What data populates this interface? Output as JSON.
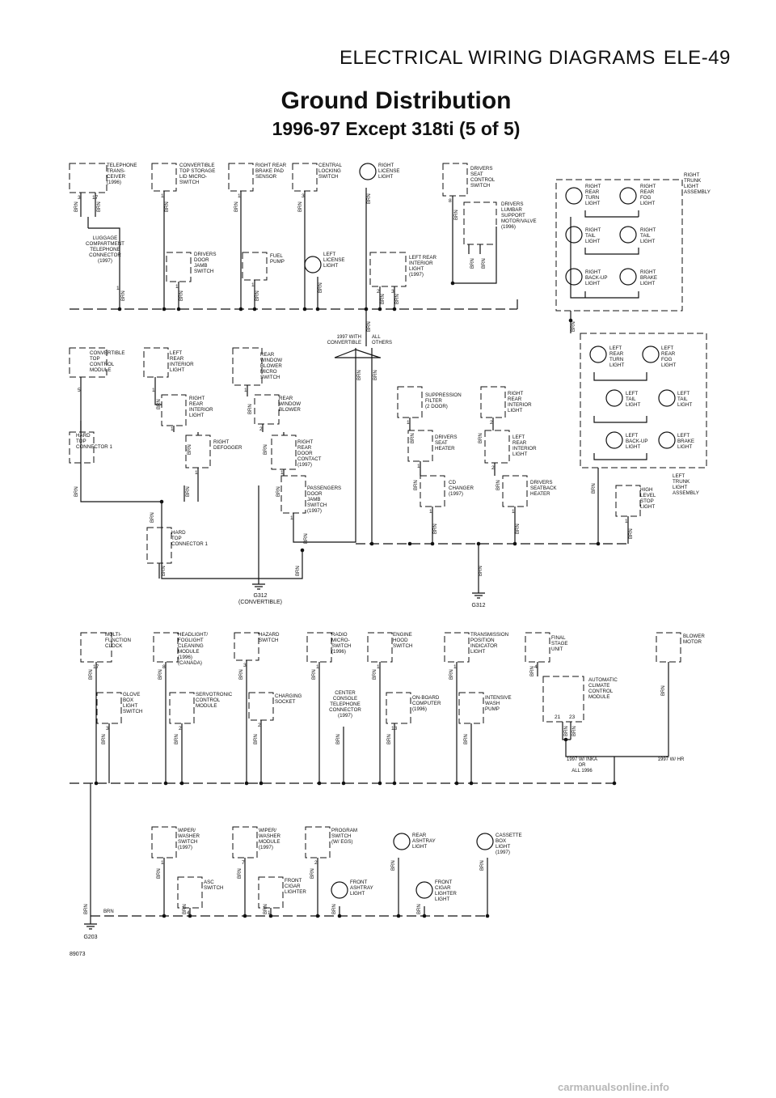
{
  "header": {
    "section_title": "ELECTRICAL WIRING DIAGRAMS",
    "page_code": "ELE-49"
  },
  "title": {
    "main": "Ground Distribution",
    "sub": "1996-97 Except 318ti (5 of 5)"
  },
  "wire_color": "BRN",
  "ground_points": [
    "G312",
    "G312",
    "G203"
  ],
  "ground_notes": {
    "convertible": "(CONVERTIBLE)"
  },
  "splice_notes": {
    "convertible_top": "1997 WITH",
    "convertible_bottom": "CONVERTIBLE",
    "others_top": "ALL",
    "others_bottom": "OTHERS",
    "inka": "1997 W/ INKA",
    "or": "OR",
    "all1996": "ALL 1996",
    "hr": "1997 W/ HR"
  },
  "components": {
    "telephone_transceiver": [
      "TELEPHONE",
      "TRANS-",
      "CEIVER",
      "(1996)"
    ],
    "convertible_top_storage": [
      "CONVERTIBLE",
      "TOP STORAGE",
      "LID MICRO-",
      "SWITCH"
    ],
    "right_rear_brake_pad": [
      "RIGHT REAR",
      "BRAKE PAD",
      "SENSOR"
    ],
    "central_locking": [
      "CENTRAL",
      "LOCKING",
      "SWITCH"
    ],
    "right_license_light": [
      "RIGHT",
      "LICENSE",
      "LIGHT"
    ],
    "drivers_seat_control": [
      "DRIVERS",
      "SEAT",
      "CONTROL",
      "SWITCH"
    ],
    "luggage_connector": [
      "LUGGAGE",
      "COMPARTMENT",
      "TELEPHONE",
      "CONNECTOR",
      "(1997)"
    ],
    "drivers_door_jamb": [
      "DRIVERS",
      "DOOR",
      "JAMB",
      "SWITCH"
    ],
    "fuel_pump": [
      "FUEL",
      "PUMP"
    ],
    "left_license_light": [
      "LEFT",
      "LICENSE",
      "LIGHT"
    ],
    "left_rear_interior": [
      "LEFT REAR",
      "INTERIOR",
      "LIGHT",
      "(1997)"
    ],
    "drivers_lumbar": [
      "DRIVERS",
      "LUMBAR",
      "SUPPORT",
      "MOTOR/VALVE",
      "(1996)"
    ],
    "right_trunk_assembly": [
      "RIGHT",
      "TRUNK",
      "LIGHT",
      "ASSEMBLY"
    ],
    "right_rear_turn": [
      "RIGHT",
      "REAR",
      "TURN",
      "LIGHT"
    ],
    "right_rear_fog": [
      "RIGHT",
      "REAR",
      "FOG",
      "LIGHT"
    ],
    "right_tail_a": [
      "RIGHT",
      "TAIL",
      "LIGHT"
    ],
    "right_tail_b": [
      "RIGHT",
      "TAIL",
      "LIGHT"
    ],
    "right_backup": [
      "RIGHT",
      "BACK-UP",
      "LIGHT"
    ],
    "right_brake": [
      "RIGHT",
      "BRAKE",
      "LIGHT"
    ],
    "convertible_top_control": [
      "CONVERTIBLE",
      "TOP",
      "CONTROL",
      "MODULE"
    ],
    "left_rear_interior_light": [
      "LEFT",
      "REAR",
      "INTERIOR",
      "LIGHT"
    ],
    "rear_window_blower_switch": [
      "REAR",
      "WINDOW",
      "BLOWER",
      "MICRO",
      "SWITCH"
    ],
    "right_rear_interior": [
      "RIGHT",
      "REAR",
      "INTERIOR",
      "LIGHT"
    ],
    "rear_window_blower": [
      "REAR",
      "WINDOW",
      "BLOWER"
    ],
    "hard_top_connector_1": [
      "HARD",
      "TOP",
      "CONNECTOR 1"
    ],
    "right_defogger": [
      "RIGHT",
      "DEFOGGER"
    ],
    "right_rear_door_contact": [
      "RIGHT",
      "REAR",
      "DOOR",
      "CONTACT",
      "(1997)"
    ],
    "passengers_door_jamb": [
      "PASSENGERS",
      "DOOR",
      "JAMB",
      "SWITCH",
      "(1997)"
    ],
    "hard_top_connector_2": [
      "HARD",
      "TOP",
      "CONNECTOR 1"
    ],
    "suppression_filter": [
      "SUPPRESSION",
      "FILTER",
      "(2 DOOR)"
    ],
    "right_rear_interior_2": [
      "RIGHT",
      "REAR",
      "INTERIOR",
      "LIGHT"
    ],
    "drivers_seat_heater": [
      "DRIVERS",
      "SEAT",
      "HEATER"
    ],
    "left_rear_interior_2": [
      "LEFT",
      "REAR",
      "INTERIOR",
      "LIGHT"
    ],
    "cd_changer": [
      "CD",
      "CHANGER",
      "(1997)"
    ],
    "drivers_seatback_heater": [
      "DRIVERS",
      "SEATBACK",
      "HEATER"
    ],
    "left_rear_turn": [
      "LEFT",
      "REAR",
      "TURN",
      "LIGHT"
    ],
    "left_rear_fog": [
      "LEFT",
      "REAR",
      "FOG",
      "LIGHT"
    ],
    "left_tail_a": [
      "LEFT",
      "TAIL",
      "LIGHT"
    ],
    "left_tail_b": [
      "LEFT",
      "TAIL",
      "LIGHT"
    ],
    "left_backup": [
      "LEFT",
      "BACK-UP",
      "LIGHT"
    ],
    "left_brake": [
      "LEFT",
      "BRAKE",
      "LIGHT"
    ],
    "left_trunk_assembly": [
      "LEFT",
      "TRUNK",
      "LIGHT",
      "ASSEMBLY"
    ],
    "high_level_stop": [
      "HIGH",
      "LEVEL",
      "STOP",
      "LIGHT"
    ],
    "multi_function_clock": [
      "MULTI-",
      "FUNCTION",
      "CLOCK"
    ],
    "headlight_fog_module": [
      "HEADLIGHT/",
      "FOGLIGHT",
      "CLEANING",
      "MODULE",
      "(1996)",
      "(CANADA)"
    ],
    "hazard_switch": [
      "HAZARD",
      "SWITCH"
    ],
    "radio_micro_switch": [
      "RADIO",
      "MICRO-",
      "SWITCH",
      "(1996)"
    ],
    "engine_hood_switch": [
      "ENGINE",
      "HOOD",
      "SWITCH"
    ],
    "transmission_indicator": [
      "TRANSMISSION",
      "POSITION",
      "INDICATOR",
      "LIGHT"
    ],
    "final_stage_unit": [
      "FINAL",
      "STAGE",
      "UNIT"
    ],
    "blower_motor": [
      "BLOWER",
      "MOTOR"
    ],
    "glove_box_light": [
      "GLOVE",
      "BOX",
      "LIGHT",
      "SWITCH"
    ],
    "servotronic_module": [
      "SERVOTRONIC",
      "CONTROL",
      "MODULE"
    ],
    "charging_socket": [
      "CHARGING",
      "SOCKET"
    ],
    "center_console_connector": [
      "CENTER",
      "CONSOLE",
      "TELEPHONE",
      "CONNECTOR",
      "(1997)"
    ],
    "onboard_computer": [
      "ON-BOARD",
      "COMPUTER",
      "(1996)"
    ],
    "intensive_wash_pump": [
      "INTENSIVE",
      "WASH",
      "PUMP"
    ],
    "auto_climate_module": [
      "AUTOMATIC",
      "CLIMATE",
      "CONTROL",
      "MODULE"
    ],
    "wiper_washer_switch": [
      "WIPER/",
      "WASHER",
      "SWITCH",
      "(1997)"
    ],
    "wiper_washer_module": [
      "WIPER/",
      "WASHER",
      "MODULE",
      "(1997)"
    ],
    "program_switch": [
      "PROGRAM",
      "SWITCH",
      "(W/ EGS)"
    ],
    "rear_ashtray_light": [
      "REAR",
      "ASHTRAY",
      "LIGHT"
    ],
    "cassette_box_light": [
      "CASSETTE",
      "BOX",
      "LIGHT",
      "(1997)"
    ],
    "asc_switch": [
      "ASC",
      "SWITCH"
    ],
    "front_cigar_lighter": [
      "FRONT",
      "CIGAR",
      "LIGHTER"
    ],
    "front_ashtray_light": [
      "FRONT",
      "ASHTRAY",
      "LIGHT"
    ],
    "front_cigar_lighter_light": [
      "FRONT",
      "CIGAR",
      "LIGHTER",
      "LIGHT"
    ]
  },
  "pins": {
    "p3": "3",
    "p17": "17",
    "p1": "1",
    "p2": "2",
    "p5": "5",
    "p8": "8",
    "p4": "4",
    "p7": "7",
    "p13": "13",
    "p21": "21",
    "p23": "23"
  },
  "page_number": "89073",
  "footer": "carmanualsonline.info"
}
